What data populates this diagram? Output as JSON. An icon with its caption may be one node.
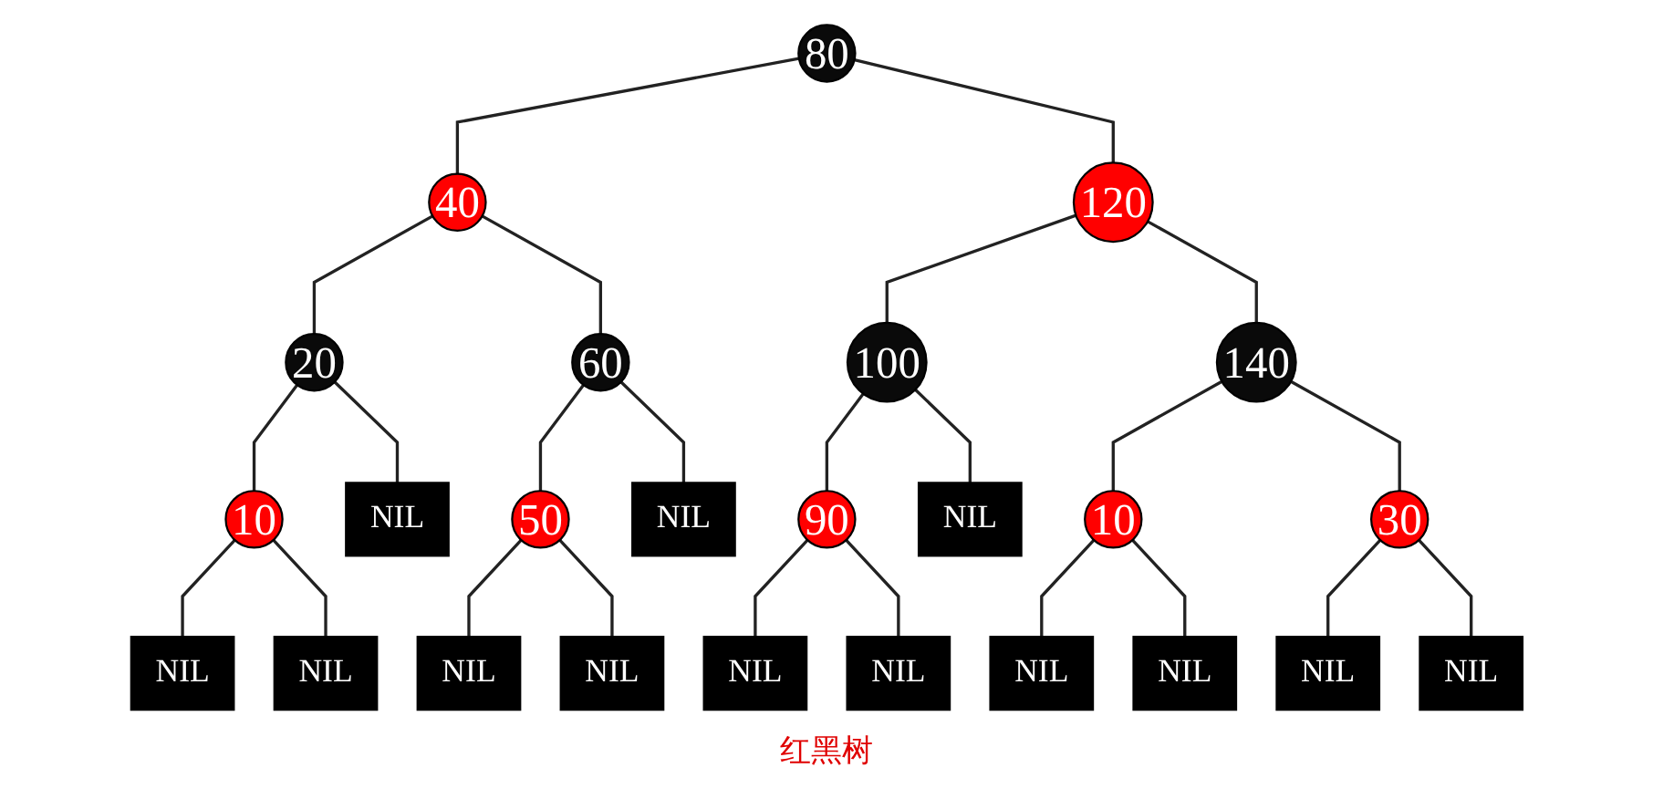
{
  "diagram": {
    "caption": "红黑树",
    "nodes": [
      {
        "text": [
          "80"
        ]
      },
      {
        "text": [
          "40"
        ]
      },
      {
        "text": [
          "120"
        ]
      },
      {
        "text": [
          "20"
        ]
      },
      {
        "text": [
          "60"
        ]
      },
      {
        "text": [
          "100"
        ]
      },
      {
        "text": [
          "140"
        ]
      },
      {
        "text": [
          "10"
        ]
      },
      {
        "text": [
          "NIL"
        ]
      },
      {
        "text": [
          "50"
        ]
      },
      {
        "text": [
          "NIL"
        ]
      },
      {
        "text": [
          "90"
        ]
      },
      {
        "text": [
          "NIL"
        ]
      },
      {
        "text": [
          "10"
        ]
      },
      {
        "text": [
          "30"
        ]
      },
      {
        "text": [
          "NIL"
        ]
      },
      {
        "text": [
          "NIL"
        ]
      },
      {
        "text": [
          "NIL"
        ]
      },
      {
        "text": [
          "NIL"
        ]
      },
      {
        "text": [
          "NIL"
        ]
      },
      {
        "text": [
          "NIL"
        ]
      },
      {
        "text": [
          "NIL"
        ]
      },
      {
        "text": [
          "NIL"
        ]
      },
      {
        "text": [
          "NIL"
        ]
      },
      {
        "text": [
          "NIL"
        ]
      }
    ],
    "edges": [
      {
        "from": 0,
        "to": 1,
        "arrow": "none"
      },
      {
        "from": 0,
        "to": 2,
        "arrow": "none"
      },
      {
        "from": 1,
        "to": 3,
        "arrow": "none"
      },
      {
        "from": 1,
        "to": 4,
        "arrow": "none"
      },
      {
        "from": 2,
        "to": 5,
        "arrow": "none"
      },
      {
        "from": 2,
        "to": 6,
        "arrow": "none"
      },
      {
        "from": 3,
        "to": 7,
        "arrow": "none"
      },
      {
        "from": 3,
        "to": 8,
        "arrow": "none"
      },
      {
        "from": 4,
        "to": 9,
        "arrow": "none"
      },
      {
        "from": 4,
        "to": 10,
        "arrow": "none"
      },
      {
        "from": 5,
        "to": 11,
        "arrow": "none"
      },
      {
        "from": 5,
        "to": 12,
        "arrow": "none"
      },
      {
        "from": 6,
        "to": 13,
        "arrow": "none"
      },
      {
        "from": 6,
        "to": 14,
        "arrow": "none"
      },
      {
        "from": 7,
        "to": 15,
        "arrow": "none"
      },
      {
        "from": 7,
        "to": 16,
        "arrow": "none"
      },
      {
        "from": 9,
        "to": 17,
        "arrow": "none"
      },
      {
        "from": 9,
        "to": 18,
        "arrow": "none"
      },
      {
        "from": 11,
        "to": 19,
        "arrow": "none"
      },
      {
        "from": 11,
        "to": 20,
        "arrow": "none"
      },
      {
        "from": 13,
        "to": 21,
        "arrow": "none"
      },
      {
        "from": 13,
        "to": 22,
        "arrow": "none"
      },
      {
        "from": 14,
        "to": 23,
        "arrow": "none"
      },
      {
        "from": 14,
        "to": 24,
        "arrow": "none"
      }
    ]
  }
}
